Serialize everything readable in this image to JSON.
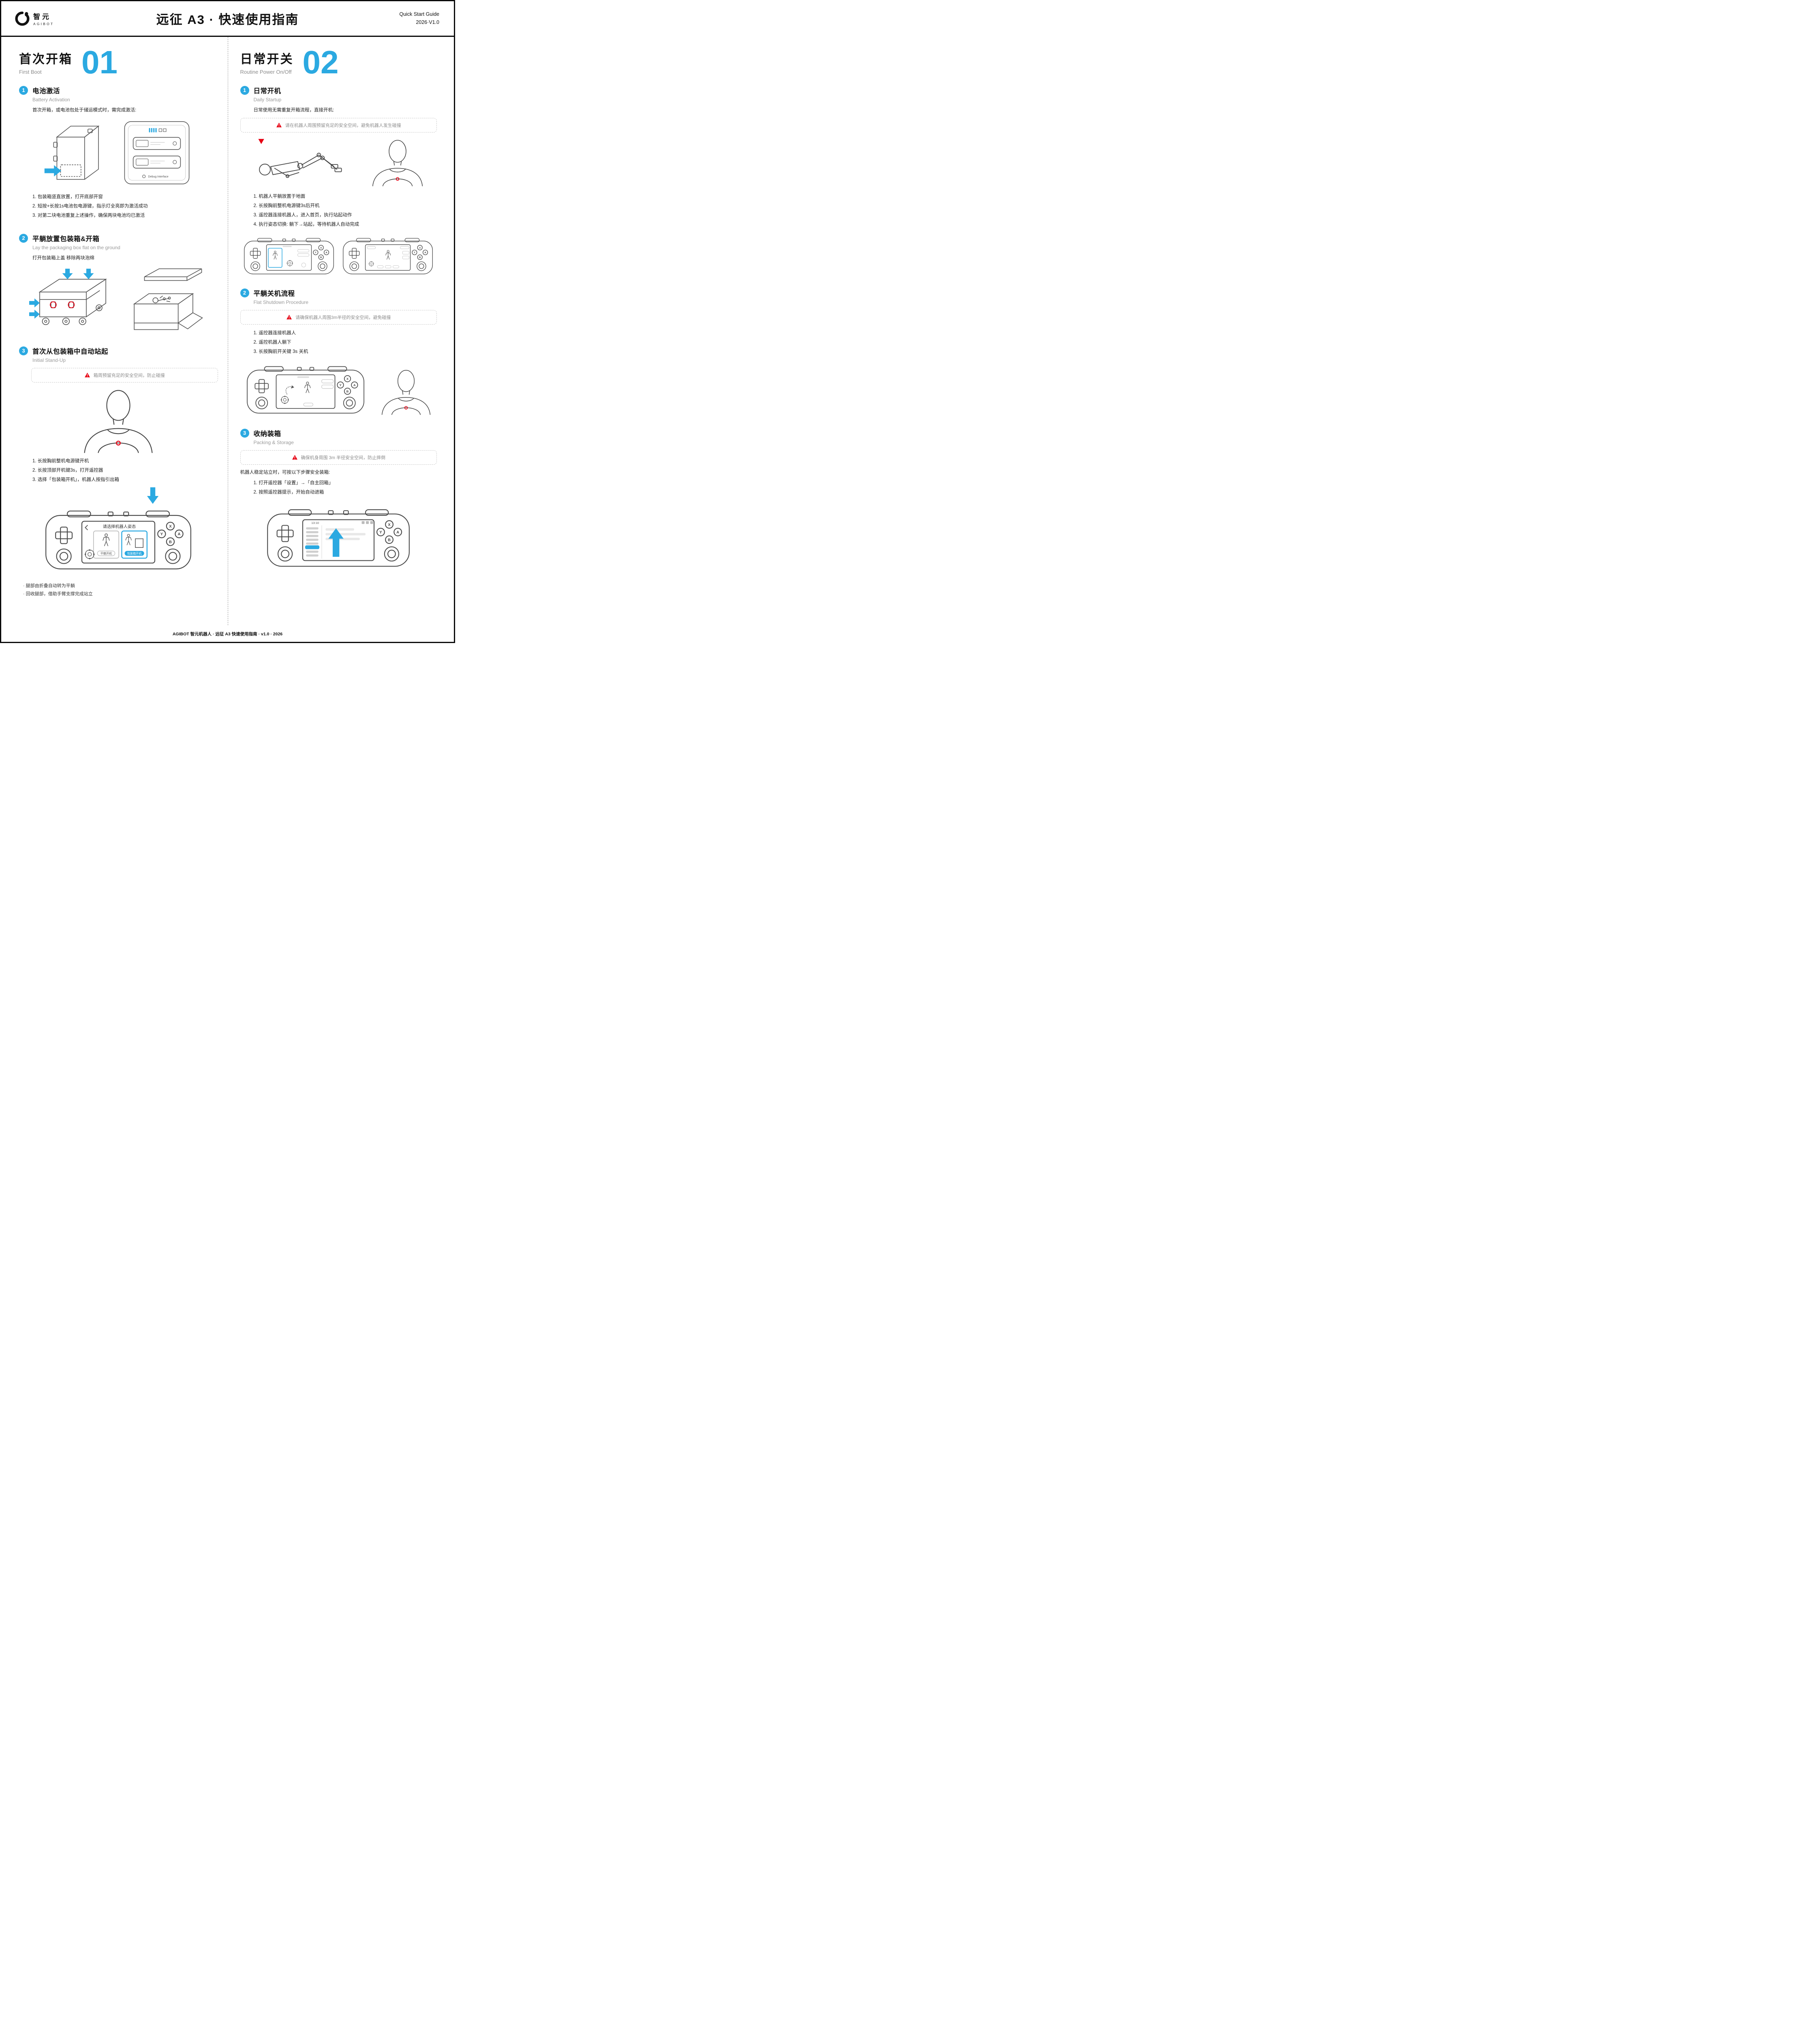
{
  "colors": {
    "accent": "#2BA9E1",
    "warning": "#E60012"
  },
  "header": {
    "logo_zh": "智元",
    "logo_en": "AGIBOT",
    "title": "远征 A3 · 快速使用指南",
    "right_line1": "Quick Start Guide",
    "right_line2": "2026·V1.0"
  },
  "controller": {
    "btn_x": "X",
    "btn_y": "Y",
    "btn_a": "A",
    "btn_b": "B"
  },
  "s1": {
    "number": "01",
    "title_zh": "首次开箱",
    "title_en": "First Boot",
    "step1": {
      "badge": "1",
      "title_zh": "电池激活",
      "title_en": "Battery Activation",
      "intro": "首次开箱，或电池包处于储运模式时，需完成激活:",
      "panel_label": "Debug Interface",
      "items": [
        "1. 包装箱竖直放置，打开底部开窗",
        "2. 短按+长按1s电池包电源键，指示灯全亮即为激活成功",
        "3. 对第二块电池重复上述操作，确保两块电池均已激活"
      ]
    },
    "step2": {
      "badge": "2",
      "title_zh": "平躺放置包装箱&开箱",
      "title_en": "Lay the packaging box flat on the ground",
      "intro": "打开包装箱上盖 移除两块泡绵"
    },
    "step3": {
      "badge": "3",
      "title_zh": "首次从包装箱中自动站起",
      "title_en": "Initial Stand-Up",
      "warning": "箱周预留充足的安全空间，防止碰撞",
      "items": [
        "1. 长按胸前整机电源键开机",
        "2. 长按顶部开机键3s，打开遥控器",
        "3. 选择「包装箱开机」，机器人按指引出箱"
      ],
      "screen_title": "请选择机器人姿态",
      "screen_option_left": "平躺开机",
      "screen_option_right": "包装箱开机",
      "bullets": [
        "· 腿部由折叠自动转为平躺",
        "· 回收腿部，借助手臂支撑完成站立"
      ]
    }
  },
  "s2": {
    "number": "02",
    "title_zh": "日常开关",
    "title_en": "Routine Power On/Off",
    "step1": {
      "badge": "1",
      "title_zh": "日常开机",
      "title_en": "Daily Startup",
      "intro": "日常使用无需重复开箱流程，直接开机:",
      "warning": "请在机器人周围预留充足的安全空间，避免机器人发生碰撞",
      "items": [
        "1. 机器人平躺放置于地面",
        "2. 长按胸前整机电源键3s后开机",
        "3. 遥控器连接机器人，进入首页，执行站起动作",
        "4. 执行姿态切换: 躺下→站起，等待机器人自动完成"
      ]
    },
    "step2": {
      "badge": "2",
      "title_zh": "平躺关机流程",
      "title_en": "Flat Shutdown Procedure",
      "warning": "请确保机器人周围3m半径的安全空间，避免碰撞",
      "items": [
        "1. 遥控器连接机器人",
        "2. 遥控机器人躺下",
        "3. 长按胸前开关键 3s 关机"
      ]
    },
    "step3": {
      "badge": "3",
      "title_zh": "收纳装箱",
      "title_en": "Packing & Storage",
      "warning": "确保机身周围 3m 半径安全空间，防止摔倒",
      "intro": "机器人稳定站立时，可按以下步骤安全装箱:",
      "screen_time": "13:10",
      "items": [
        "1. 打开遥控器「设置」→「自主回箱」",
        "2. 按照遥控器提示，开始自动进箱"
      ]
    }
  },
  "page": {
    "footer": "AGIBOT 智元机器人 · 远征 A3 快速使用指南 · v1.0 · 2026"
  }
}
